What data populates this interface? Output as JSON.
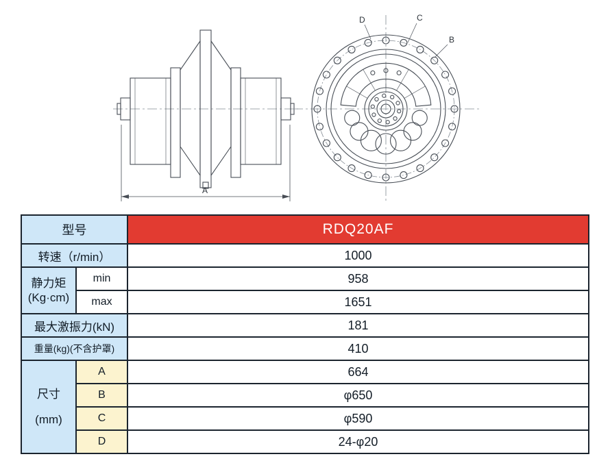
{
  "drawings": {
    "side_view": {
      "dim_label": "A"
    },
    "front_view": {
      "label_b": "B",
      "label_c": "C",
      "label_d": "D"
    }
  },
  "table": {
    "model_label": "型号",
    "model_value": "RDQ20AF",
    "rows": [
      {
        "label": "转速（r/min）",
        "value": "1000"
      },
      {
        "label": "静力矩\n(Kg·cm)",
        "sub": [
          {
            "name": "min",
            "value": "958"
          },
          {
            "name": "max",
            "value": "1651"
          }
        ]
      },
      {
        "label": "最大激振力(kN)",
        "value": "181"
      },
      {
        "label": "重量(kg)(不含护罩)",
        "value": "410"
      },
      {
        "label": "尺寸\n(mm)",
        "sub": [
          {
            "name": "A",
            "value": "664"
          },
          {
            "name": "B",
            "value": "φ650"
          },
          {
            "name": "C",
            "value": "φ590"
          },
          {
            "name": "D",
            "value": "24-φ20"
          }
        ]
      }
    ],
    "colors": {
      "header_red": "#e23b31",
      "label_blue": "#cfe7f8",
      "sub_yellow": "#fcf3cf",
      "border": "#1b242e"
    }
  }
}
